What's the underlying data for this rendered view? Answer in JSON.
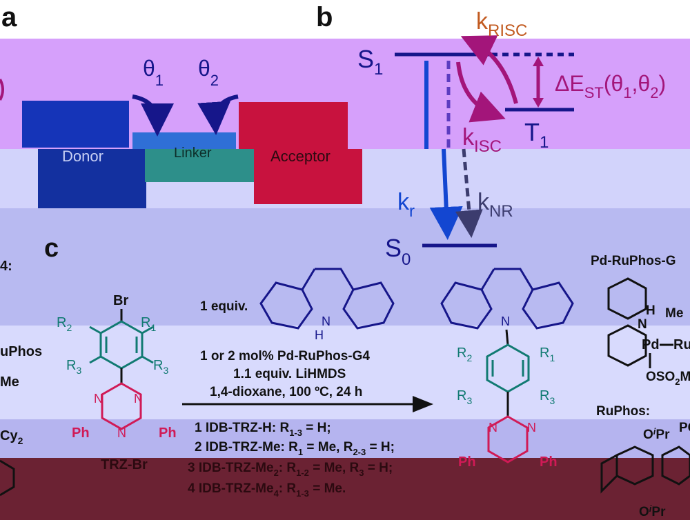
{
  "panels": {
    "a": "a",
    "b": "b",
    "c": "c"
  },
  "panel_a": {
    "theta1": "θ",
    "theta1_sub": "1",
    "theta2": "θ",
    "theta2_sub": "2",
    "donor": "Donor",
    "linker": "Linker",
    "acceptor": "Acceptor"
  },
  "panel_b": {
    "s1": "S",
    "s1_sub": "1",
    "t1": "T",
    "t1_sub": "1",
    "s0": "S",
    "s0_sub": "0",
    "krisc": "k",
    "krisc_sub": "RISC",
    "kisc": "k",
    "kisc_sub": "ISC",
    "kr": "k",
    "kr_sub": "r",
    "knr": "k",
    "knr_sub": "NR",
    "dest_pre": "ΔE",
    "dest_sub": "ST",
    "dest_post": "(θ",
    "dest_s1": "1",
    "dest_mid": ",θ",
    "dest_s2": "2",
    "dest_end": ")"
  },
  "panel_c": {
    "left_g4_fragment": "4:",
    "left_ruphos_fragment": "uPhos",
    "left_me_fragment": "Me",
    "left_cy2_fragment": "Cy",
    "left_cy2_sub": "2",
    "br": "Br",
    "r1": "R",
    "r1_sub": "1",
    "r2": "R",
    "r2_sub": "2",
    "r3": "R",
    "r3_sub": "3",
    "ph": "Ph",
    "n": "N",
    "trz_br": "TRZ-Br",
    "one_equiv": "1 equiv.",
    "nh_n": "N",
    "nh_h": "H",
    "cond_line1": "1 or 2 mol% Pd-RuPhos-G4",
    "cond_line2": "1.1 equiv. LiHMDS",
    "cond_line3": "1,4-dioxane, 100 ºC, 24 h",
    "products": [
      {
        "text": "1 IDB-TRZ-H: R",
        "sub1": "1-3",
        "rest": " = H;"
      },
      {
        "text": "2 IDB-TRZ-Me: R",
        "sub1": "1",
        "rest": " = Me, R",
        "sub2": "2-3",
        "rest2": " = H;"
      },
      {
        "text": "3 IDB-TRZ-Me",
        "sub0": "2",
        "mid": ": R",
        "sub1": "1-2",
        "rest": " = Me, R",
        "sub2": "3",
        "rest2": " = H;"
      },
      {
        "text": "4 IDB-TRZ-Me",
        "sub0": "4",
        "mid": ": R",
        "sub1": "1-3",
        "rest": " = Me."
      }
    ],
    "catalyst_title": "Pd-RuPhos-G",
    "cat_h": "H",
    "cat_me": "Me",
    "cat_n": "N",
    "cat_pd": "Pd",
    "cat_ru": "Ru",
    "cat_oso2": "OSO",
    "cat_oso2_sub": "2",
    "cat_oso2_end": "M",
    "ruphos_title": "RuPhos:",
    "ruphos_o1": "O",
    "ruphos_ipr": "Pr",
    "ruphos_i": "i",
    "ruphos_pc": "PC",
    "ruphos_o2": "O",
    "ruphos_ipr2": "Pr",
    "ruphos_i2": "i"
  },
  "colors": {
    "band1": "#d6a0fb",
    "band2": "#d2d3fb",
    "band3": "#b8baf1",
    "band4": "#d8dafd",
    "band5": "#b5b4ef",
    "band6": "#6b2233",
    "navy": "#16168a",
    "teal": "#117a72",
    "crimson": "#d01a56",
    "magenta": "#a3157a",
    "orange": "#c25a20",
    "blue": "#1346d1",
    "slate": "#3c3c6e",
    "donor": "#1534b8",
    "linker": "#2d8f8a",
    "acceptor": "#c8123e"
  }
}
